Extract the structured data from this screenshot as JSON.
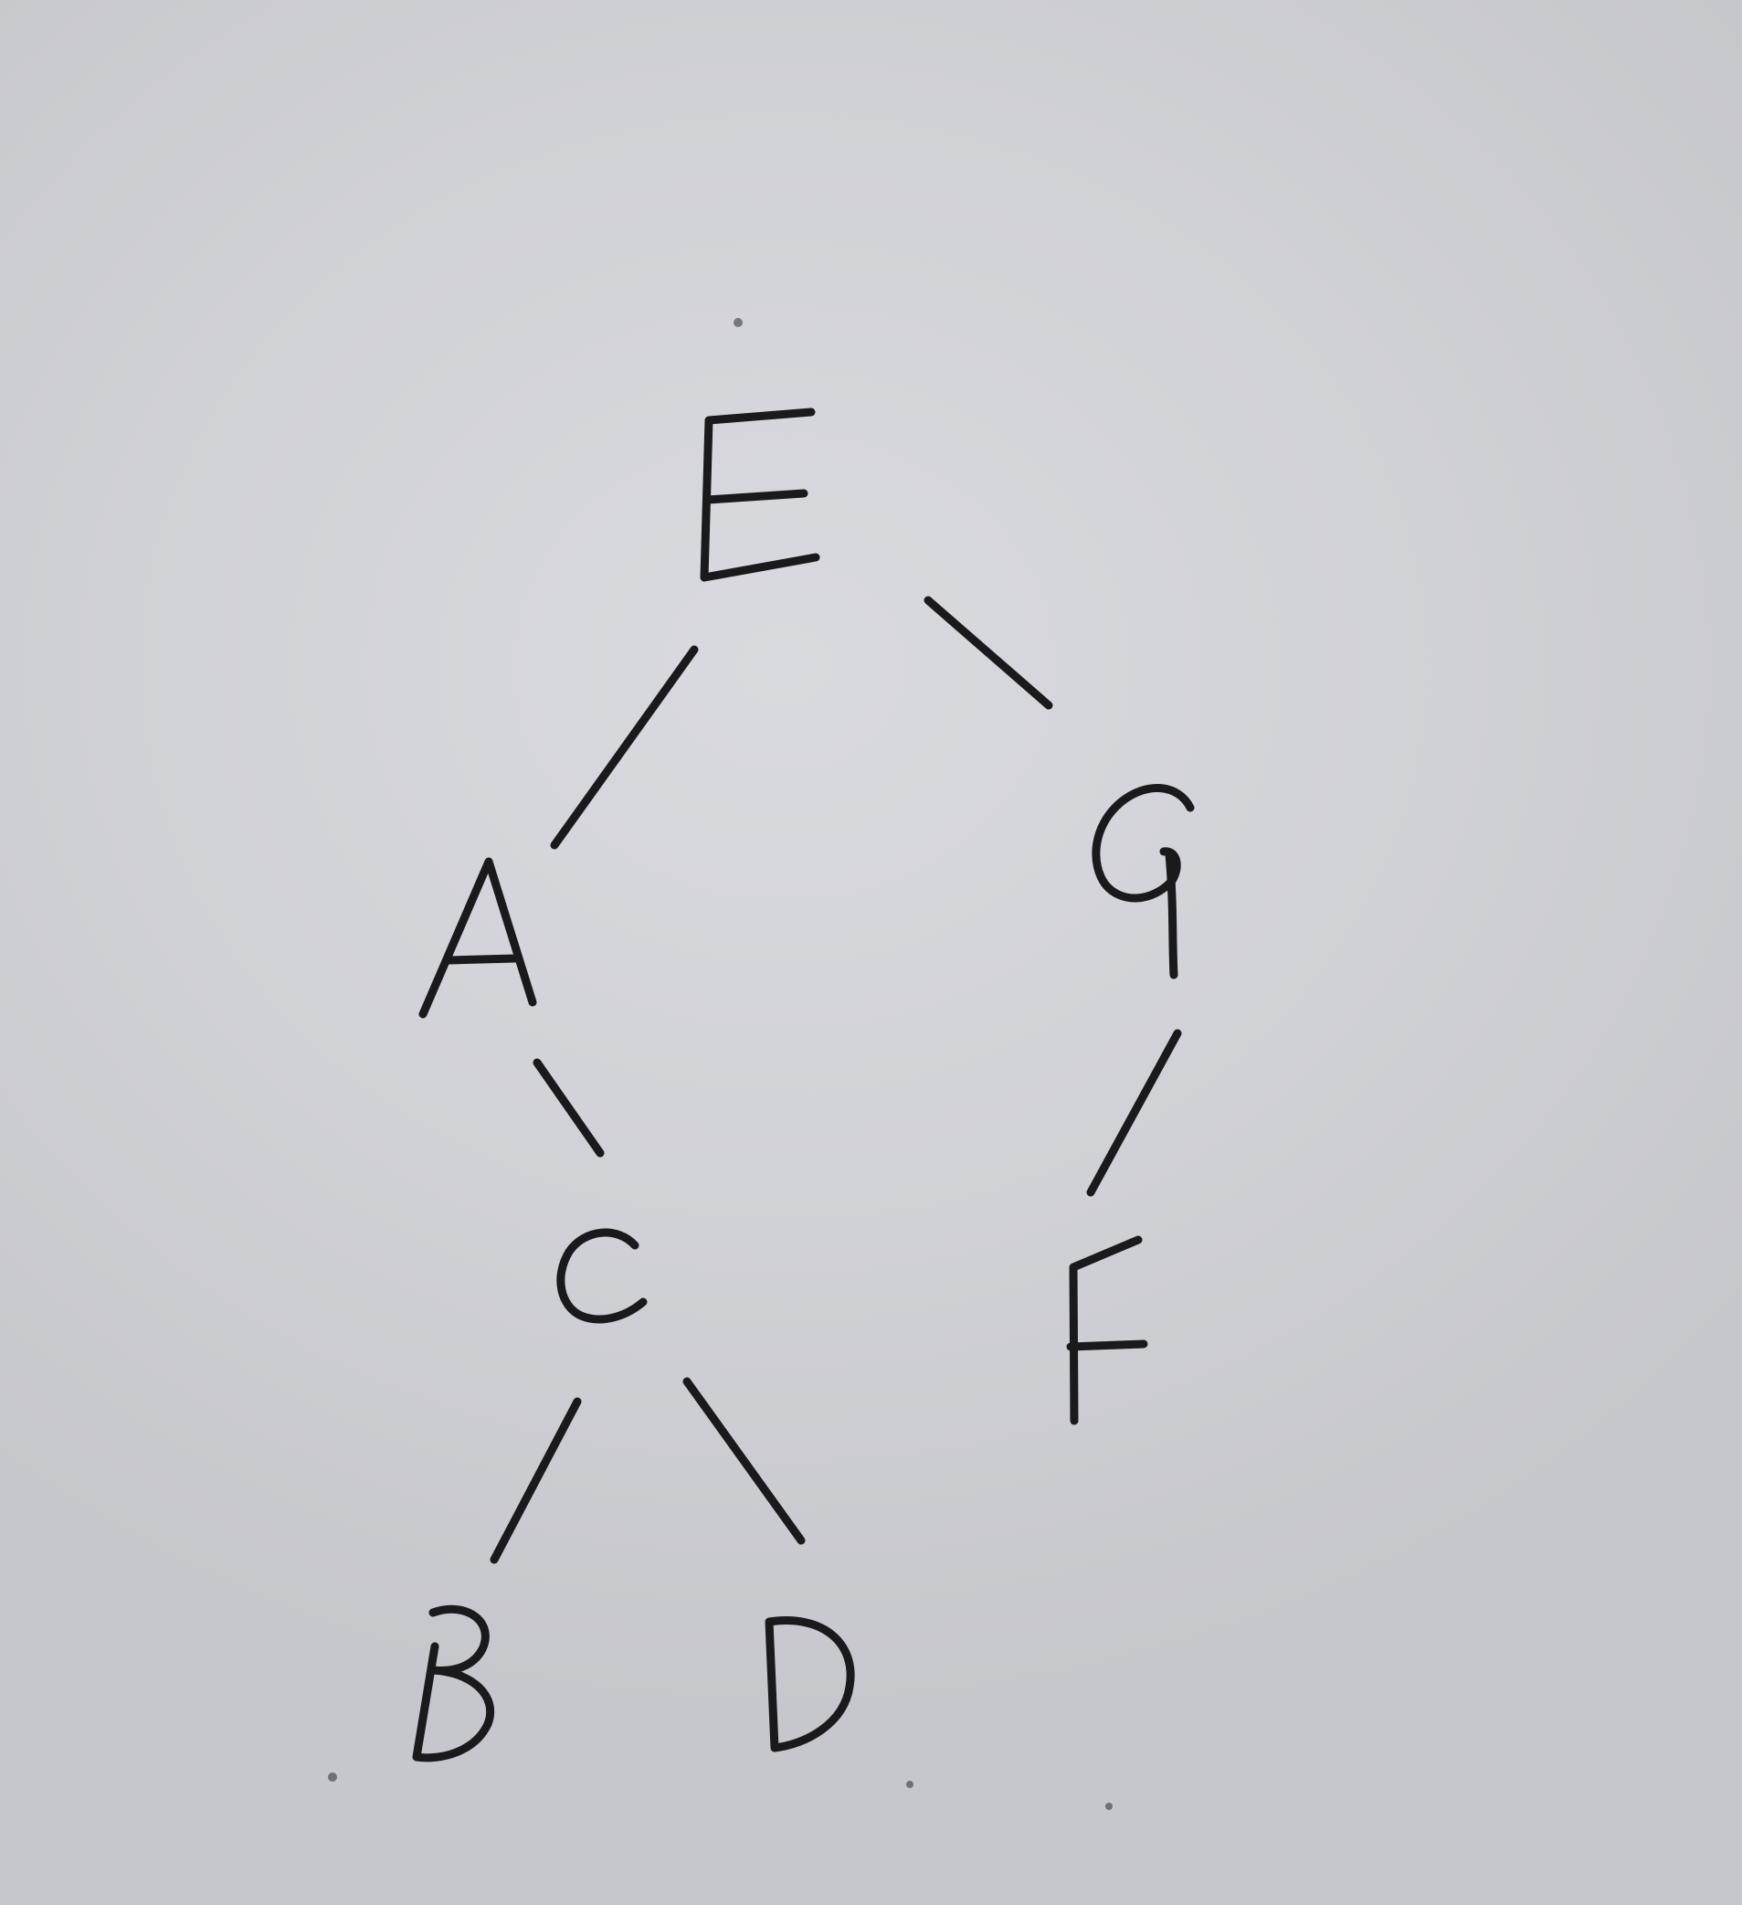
{
  "tree": {
    "nodes": [
      {
        "id": "E",
        "label": "E"
      },
      {
        "id": "A",
        "label": "A"
      },
      {
        "id": "G",
        "label": "G"
      },
      {
        "id": "C",
        "label": "C"
      },
      {
        "id": "F",
        "label": "F"
      },
      {
        "id": "B",
        "label": "B"
      },
      {
        "id": "D",
        "label": "D"
      }
    ],
    "edges": [
      {
        "from": "E",
        "to": "A"
      },
      {
        "from": "E",
        "to": "G"
      },
      {
        "from": "A",
        "to": "C"
      },
      {
        "from": "G",
        "to": "F"
      },
      {
        "from": "C",
        "to": "B"
      },
      {
        "from": "C",
        "to": "D"
      }
    ]
  },
  "colors": {
    "ink": "#1a1a1c",
    "paper": "#d2d3d8"
  }
}
